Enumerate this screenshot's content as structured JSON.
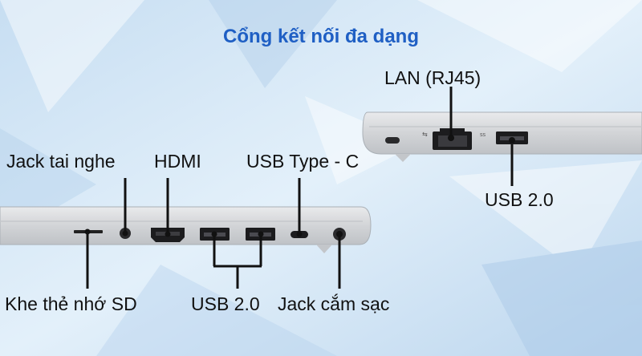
{
  "title": "Cổng kết nối đa dạng",
  "labels": {
    "lan": "LAN (RJ45)",
    "usb_right": "USB 2.0",
    "headphone": "Jack tai nghe",
    "hdmi": "HDMI",
    "usb_c": "USB Type - C",
    "sd": "Khe thẻ nhớ SD",
    "usb_left": "USB 2.0",
    "power": "Jack cắm sạc"
  },
  "colors": {
    "title": "#1f5fc4",
    "background": "#d4e8f6",
    "laptop_body": "#d7d9dc",
    "port": "#1d1d1f",
    "pointer": "#111111"
  }
}
